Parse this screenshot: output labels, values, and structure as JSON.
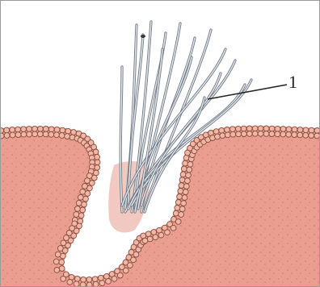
{
  "figure": {
    "labels": [
      {
        "id": "1",
        "text": "1"
      }
    ],
    "colors": {
      "background": "#ffffff",
      "tissue": "#ea9e90",
      "tissue_speckle": "#d27f73",
      "cell_fill": "#efb8a6",
      "cell_stroke": "#8a4a3c",
      "cavity": "#ffffff",
      "hair_stroke": "#6e7782",
      "hair_fill": "#e6eaef",
      "hair_base": "#f2c9c0",
      "leader_line": "#222222"
    },
    "icons": [
      "hair-bundle",
      "epidermis",
      "follicle"
    ]
  }
}
